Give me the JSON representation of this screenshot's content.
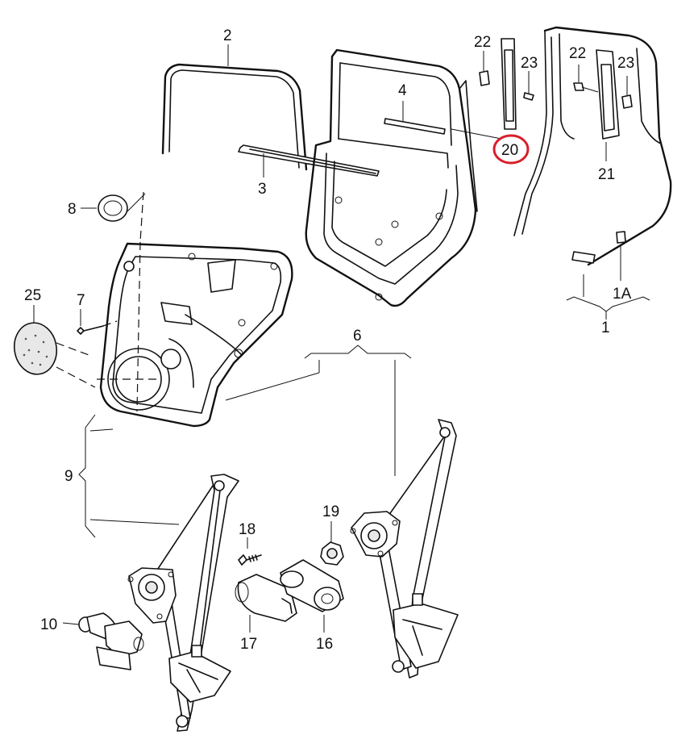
{
  "diagram": {
    "labels": {
      "l2": "2",
      "l3": "3",
      "l4": "4",
      "l22a": "22",
      "l23a": "23",
      "l20": "20",
      "l22b": "22",
      "l23b": "23",
      "l21": "21",
      "l8": "8",
      "l1A": "1A",
      "l1": "1",
      "l25": "25",
      "l7": "7",
      "l6": "6",
      "l9": "9",
      "l19": "19",
      "l18": "18",
      "l10": "10",
      "l17": "17",
      "l16": "16"
    },
    "highlight": {
      "label": "20",
      "color": "#d81e2a"
    }
  }
}
